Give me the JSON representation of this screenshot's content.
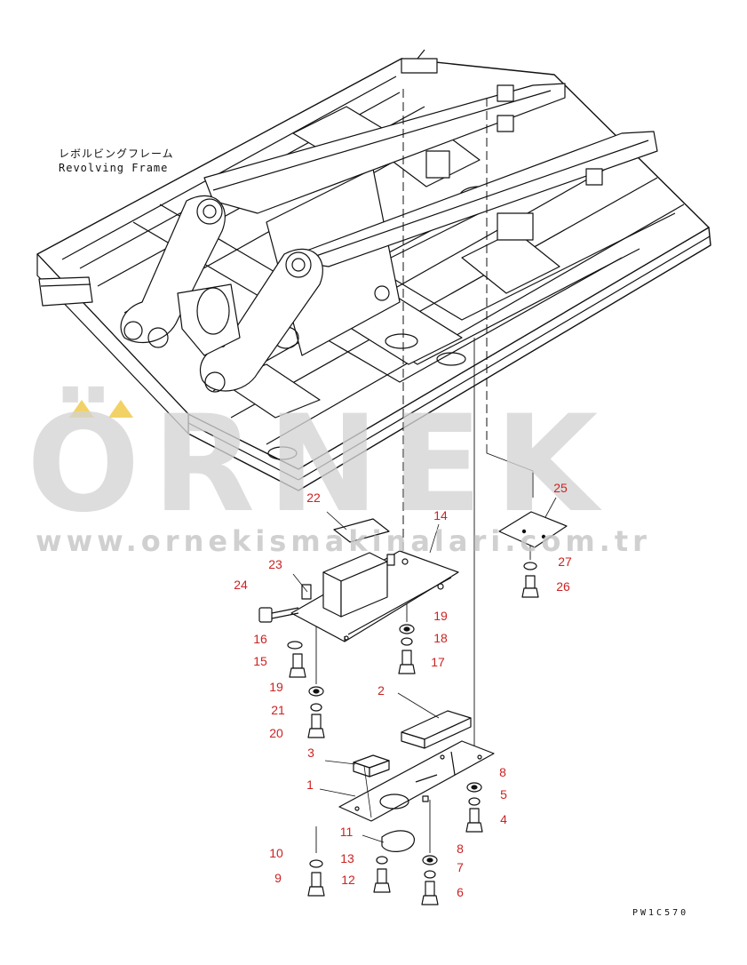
{
  "frame_caption": {
    "japanese": "レボルビングフレーム",
    "english": "Revolving Frame"
  },
  "drawing_code": "PW1C570",
  "watermark": {
    "brand": "ÖRNEK",
    "url": "www.ornekismakinalari.com.tr",
    "dot_color": "#f2d264"
  },
  "callout_color": "#cc2222",
  "callouts": [
    {
      "id": "c22",
      "label": "22"
    },
    {
      "id": "c14",
      "label": "14"
    },
    {
      "id": "c25",
      "label": "25"
    },
    {
      "id": "c23",
      "label": "23"
    },
    {
      "id": "c24",
      "label": "24"
    },
    {
      "id": "c27",
      "label": "27"
    },
    {
      "id": "c26",
      "label": "26"
    },
    {
      "id": "c19a",
      "label": "19"
    },
    {
      "id": "c18",
      "label": "18"
    },
    {
      "id": "c16",
      "label": "16"
    },
    {
      "id": "c15",
      "label": "15"
    },
    {
      "id": "c17",
      "label": "17"
    },
    {
      "id": "c19b",
      "label": "19"
    },
    {
      "id": "c21",
      "label": "21"
    },
    {
      "id": "c20",
      "label": "20"
    },
    {
      "id": "c2",
      "label": "2"
    },
    {
      "id": "c3",
      "label": "3"
    },
    {
      "id": "c1",
      "label": "1"
    },
    {
      "id": "c8a",
      "label": "8"
    },
    {
      "id": "c5",
      "label": "5"
    },
    {
      "id": "c4",
      "label": "4"
    },
    {
      "id": "c11",
      "label": "11"
    },
    {
      "id": "c10",
      "label": "10"
    },
    {
      "id": "c13",
      "label": "13"
    },
    {
      "id": "c8b",
      "label": "8"
    },
    {
      "id": "c7",
      "label": "7"
    },
    {
      "id": "c9",
      "label": "9"
    },
    {
      "id": "c12",
      "label": "12"
    },
    {
      "id": "c6",
      "label": "6"
    }
  ]
}
